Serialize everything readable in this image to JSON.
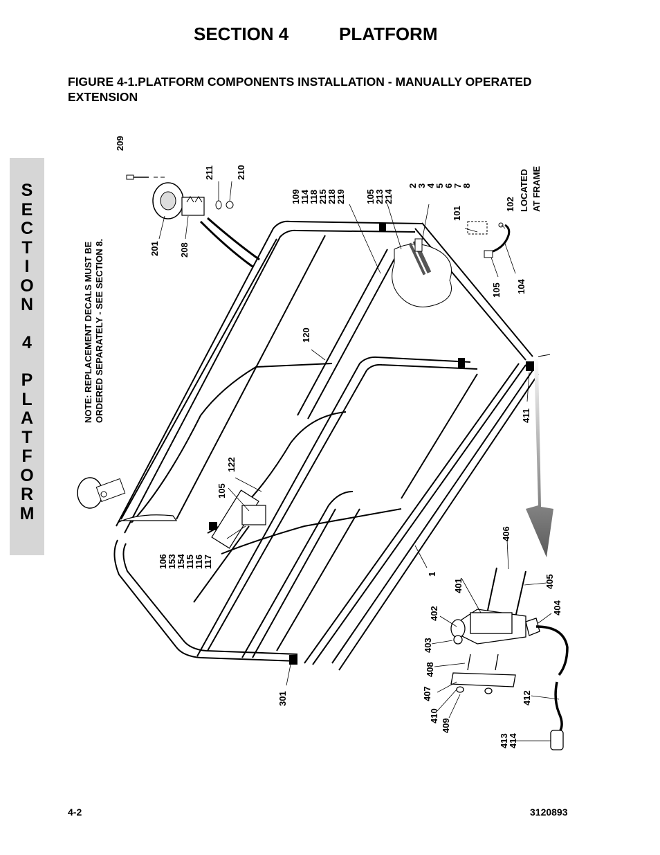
{
  "header": {
    "section": "SECTION 4",
    "title": "PLATFORM"
  },
  "figure_title": "FIGURE 4-1.PLATFORM COMPONENTS INSTALLATION - MANUALLY OPERATED EXTENSION",
  "side_tab": {
    "letters": [
      "S",
      "E",
      "C",
      "T",
      "I",
      "O",
      "N",
      "",
      "4",
      "",
      "P",
      "L",
      "A",
      "T",
      "F",
      "O",
      "R",
      "M"
    ]
  },
  "note": {
    "line1": "NOTE: REPLACEMENT DECALS MUST BE",
    "line2": "ORDERED SEPARATELY - SEE SECTION 8."
  },
  "located": {
    "line1": "LOCATED",
    "line2": "AT FRAME"
  },
  "callouts": {
    "c209": "209",
    "c211": "211",
    "c210": "210",
    "c201": "201",
    "c208": "208",
    "g109": [
      "109",
      "114",
      "118",
      "215",
      "218",
      "219"
    ],
    "g105a": [
      "105",
      "213",
      "214"
    ],
    "g2": [
      "2",
      "3",
      "4",
      "5",
      "6",
      "7",
      "8"
    ],
    "c101": "101",
    "c102": "102",
    "c105b": "105",
    "c104": "104",
    "c120": "120",
    "c411": "411",
    "c122": "122",
    "c105c": "105",
    "g106": [
      "106",
      "153",
      "154",
      "115",
      "116",
      "117"
    ],
    "c406": "406",
    "c1": "1",
    "c401": "401",
    "c405": "405",
    "c404": "404",
    "c402": "402",
    "c403": "403",
    "c408": "408",
    "c407": "407",
    "c410": "410",
    "c409": "409",
    "c412": "412",
    "g413": [
      "413",
      "414"
    ],
    "c301": "301"
  },
  "footer": {
    "page": "4-2",
    "doc_number": "3120893"
  }
}
